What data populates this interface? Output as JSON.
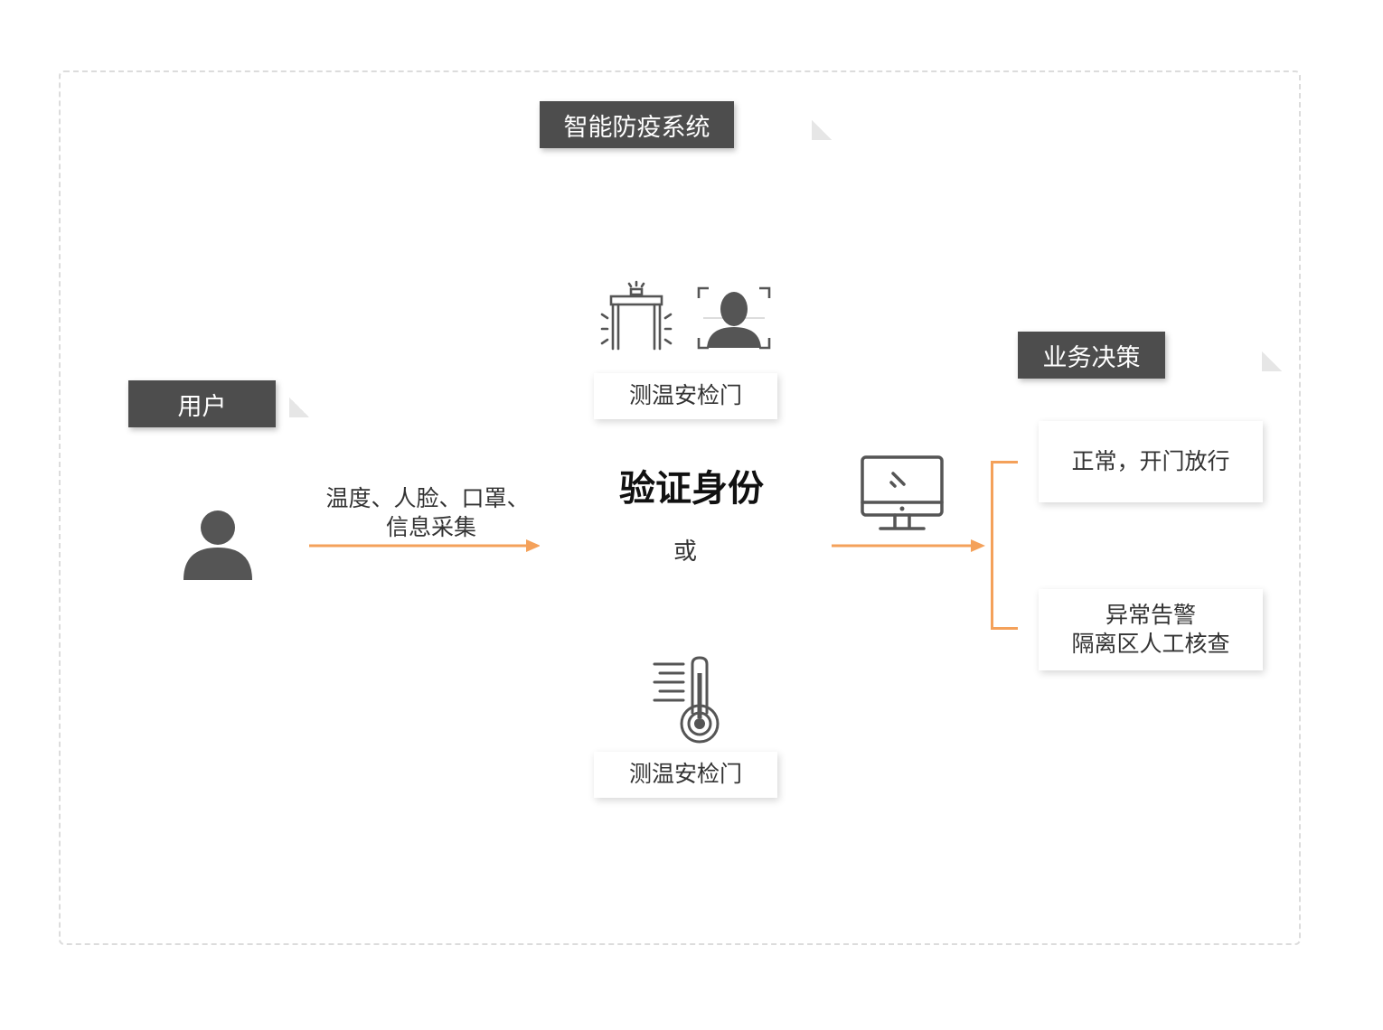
{
  "user": {
    "title": "用户"
  },
  "system": {
    "title": "智能防疫系统",
    "gate_label_top": "测温安检门",
    "verify_heading": "验证身份",
    "or_text": "或",
    "gate_label_bottom": "测温安检门"
  },
  "flow": {
    "input_text_line1": "温度、人脸、口罩、",
    "input_text_line2": "信息采集"
  },
  "decision": {
    "title": "业务决策",
    "normal_text": "正常，开门放行",
    "abnormal_line1": "异常告警",
    "abnormal_line2": "隔离区人工核查"
  },
  "colors": {
    "accent": "#f4a15a",
    "tab_bg": "#4d4d4d",
    "icon": "#555555"
  },
  "icons": {
    "user": "person-icon",
    "gate": "security-gate-icon",
    "face": "face-scan-icon",
    "thermometer": "thermometer-icon",
    "monitor": "monitor-icon"
  }
}
